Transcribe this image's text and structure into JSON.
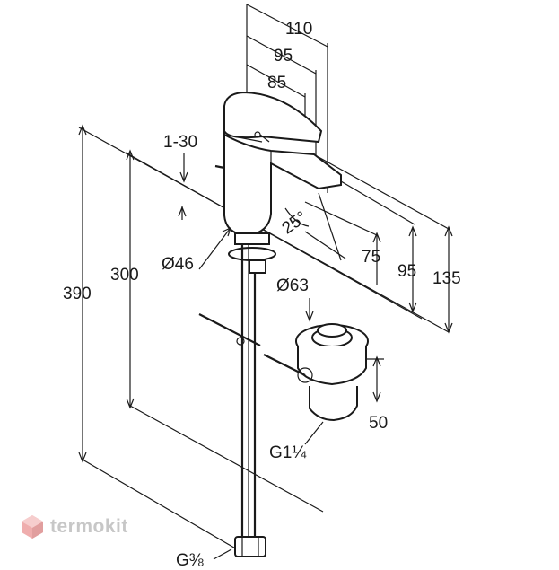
{
  "dimensions": {
    "d110": "110",
    "d95_top": "95",
    "d85": "85",
    "d1_30": "1-30",
    "d25": "25°",
    "d46": "Ø46",
    "d63": "Ø63",
    "d75": "75",
    "d95_right": "95",
    "d135": "135",
    "d390": "390",
    "d300": "300",
    "d50": "50",
    "g114": "G1¼",
    "g38": "G⅜"
  },
  "watermark": {
    "text": "termokit",
    "logo": "termokit-logo-icon",
    "color": "#e03a3a"
  }
}
